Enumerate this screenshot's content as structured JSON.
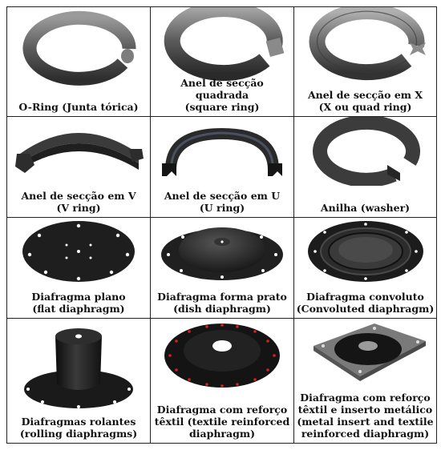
{
  "items": [
    {
      "line1": "O-Ring (Junta tórica)",
      "line2": "",
      "line3": "",
      "line4": "",
      "icon": "o-ring-icon"
    },
    {
      "line1": "Anel de secção quadrada",
      "line2": "(square ring)",
      "line3": "",
      "line4": "",
      "icon": "square-ring-icon"
    },
    {
      "line1": "Anel de secção em X",
      "line2": "(X ou quad ring)",
      "line3": "",
      "line4": "",
      "icon": "quad-ring-icon"
    },
    {
      "line1": "Anel de secção em V",
      "line2": "(V ring)",
      "line3": "",
      "line4": "",
      "icon": "v-ring-icon"
    },
    {
      "line1": "Anel de secção em U",
      "line2": "(U ring)",
      "line3": "",
      "line4": "",
      "icon": "u-ring-icon"
    },
    {
      "line1": "Anilha (washer)",
      "line2": "",
      "line3": "",
      "line4": "",
      "icon": "washer-icon"
    },
    {
      "line1": "Diafragma plano",
      "line2": "(flat diaphragm)",
      "line3": "",
      "line4": "",
      "icon": "flat-diaphragm-icon"
    },
    {
      "line1": "Diafragma forma prato",
      "line2": "(dish diaphragm)",
      "line3": "",
      "line4": "",
      "icon": "dish-diaphragm-icon"
    },
    {
      "line1": "Diafragma convoluto",
      "line2": "(Convoluted diaphragm)",
      "line3": "",
      "line4": "",
      "icon": "convoluted-diaphragm-icon"
    },
    {
      "line1": "Diafragmas rolantes",
      "line2": "(rolling diaphragms)",
      "line3": "",
      "line4": "",
      "icon": "rolling-diaphragm-icon"
    },
    {
      "line1": "Diafragma com reforço",
      "line2": "têxtil (textile reinforced",
      "line3": "diaphragm)",
      "line4": "",
      "icon": "textile-reinforced-diaphragm-icon"
    },
    {
      "line1": "Diafragma com reforço",
      "line2": "têxtil e inserto metálico",
      "line3": "(metal insert and textile",
      "line4": "reinforced diaphragm)",
      "icon": "metal-insert-diaphragm-icon"
    }
  ]
}
